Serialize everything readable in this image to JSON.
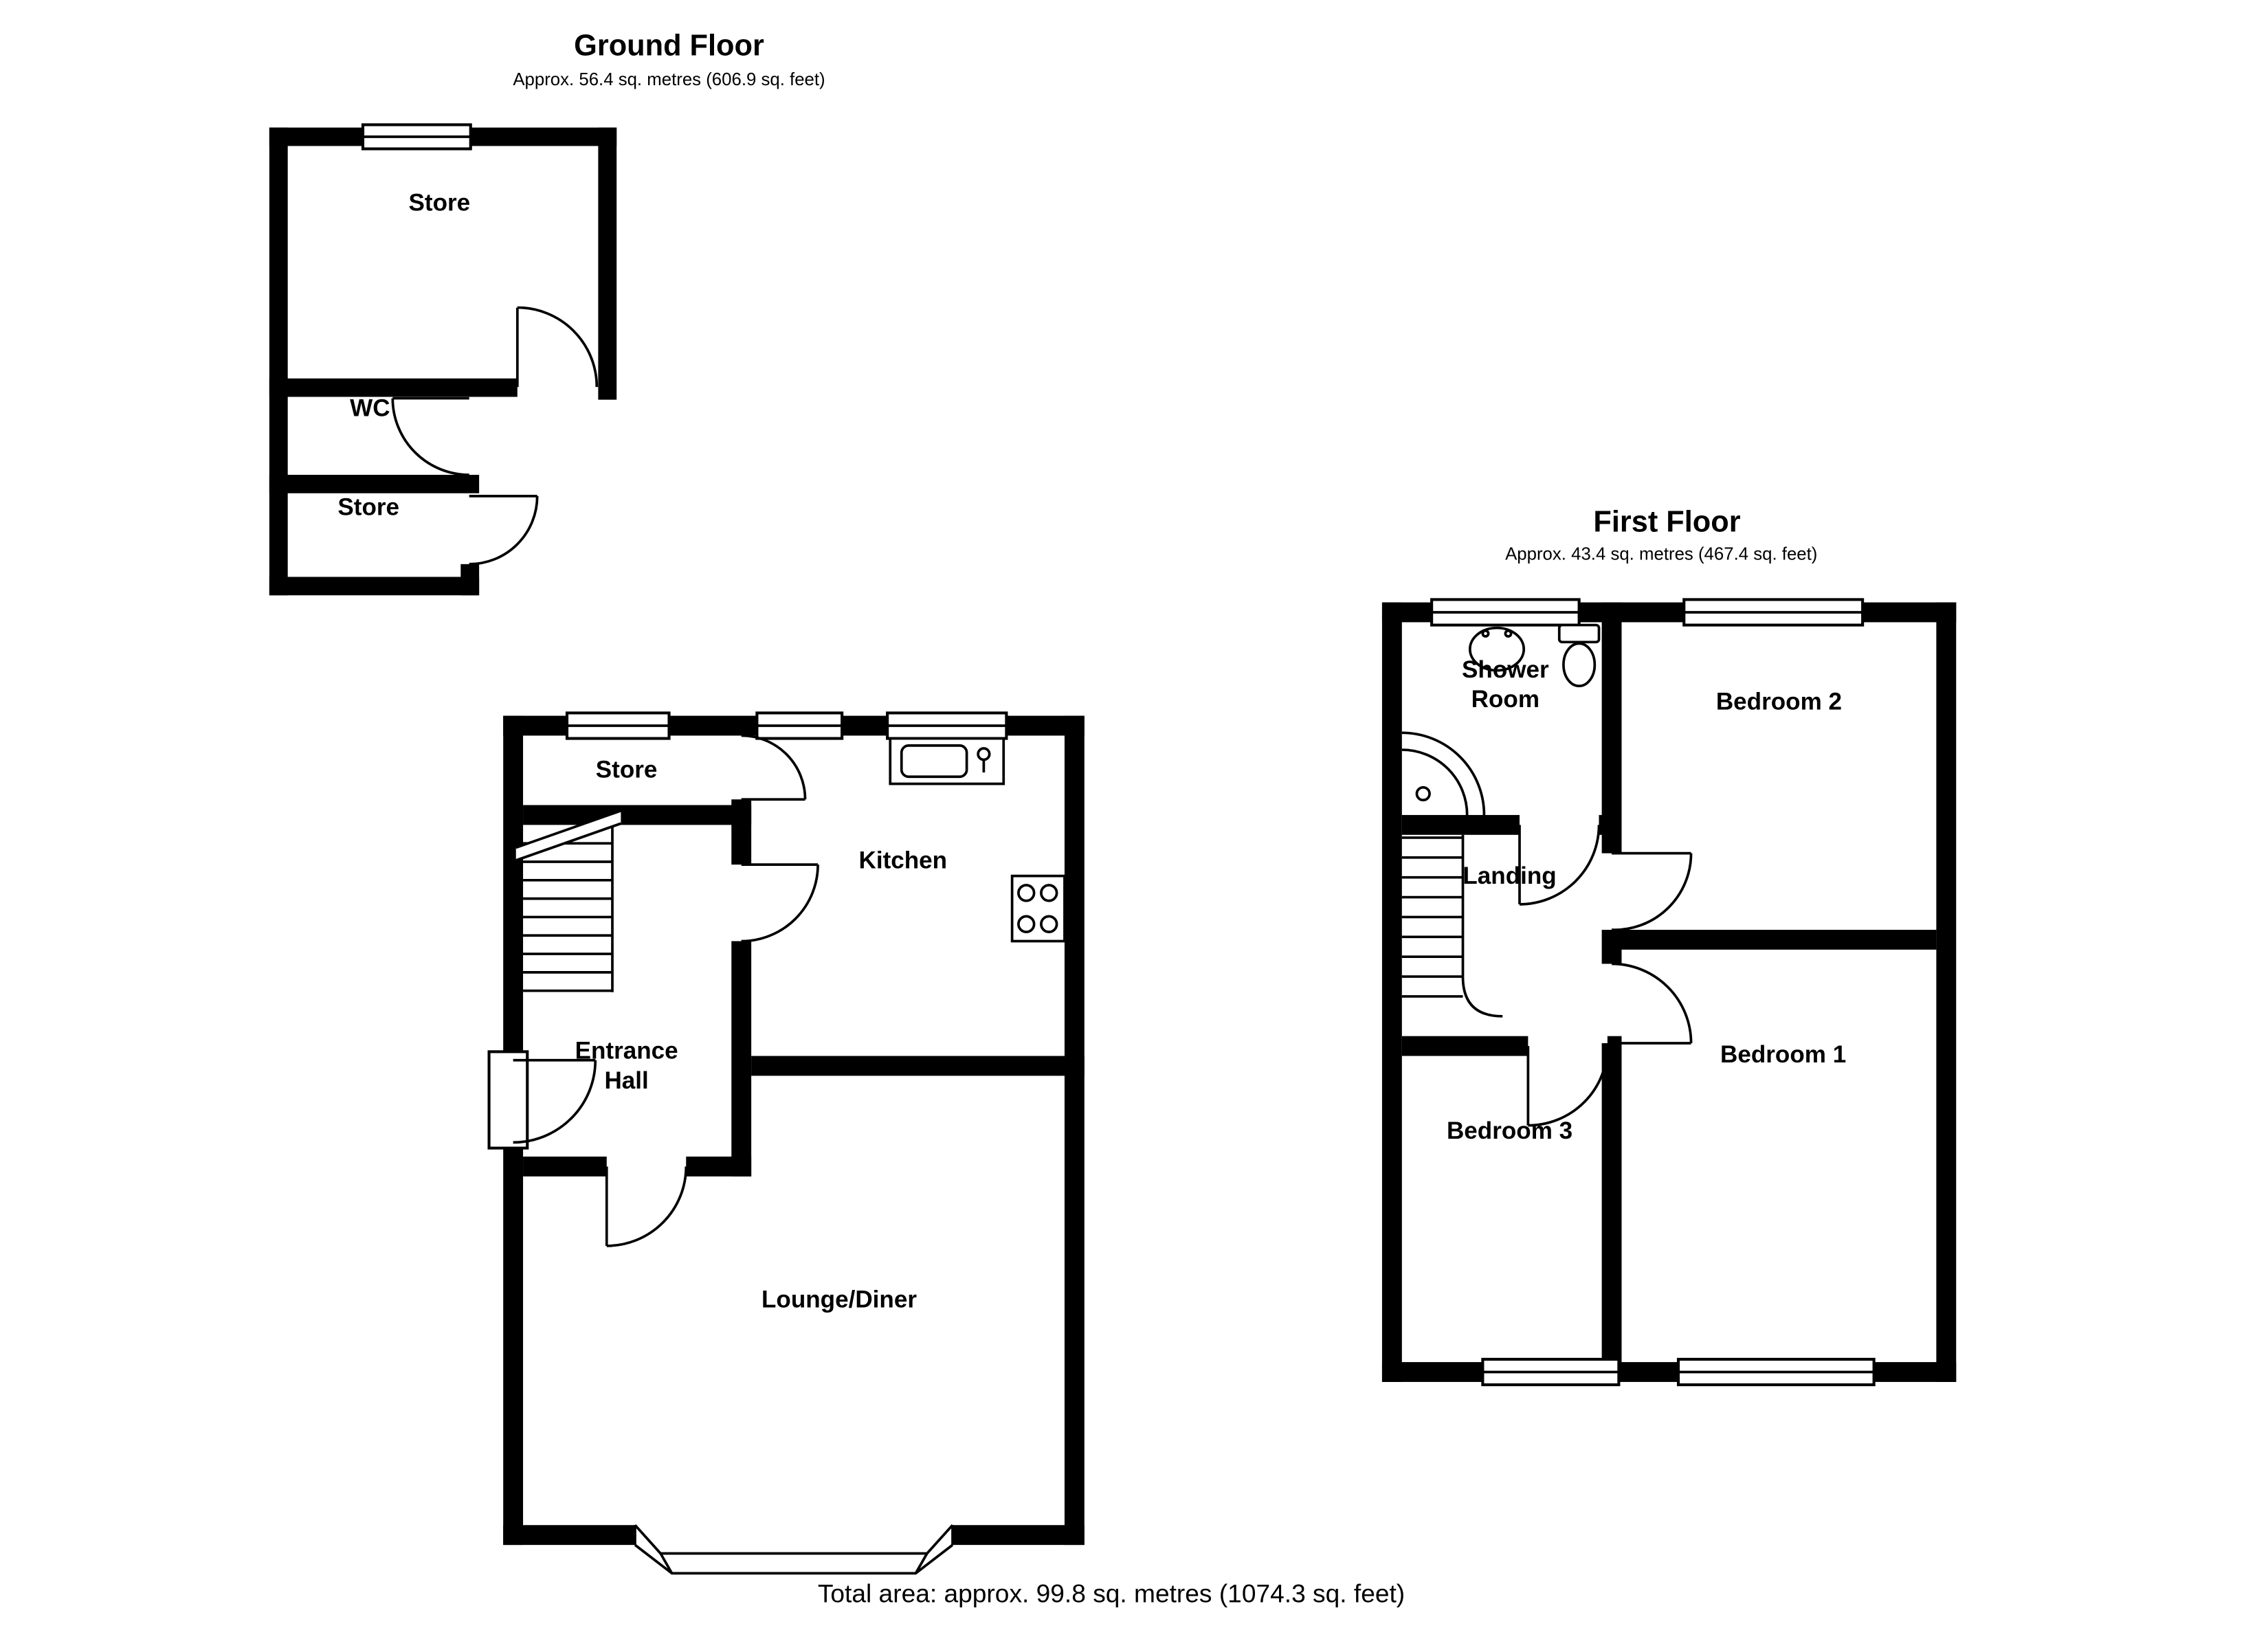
{
  "ground_floor": {
    "title": "Ground Floor",
    "subtitle": "Approx. 56.4 sq. metres (606.9 sq. feet)",
    "outbuilding": {
      "store_top": "Store",
      "wc": "WC",
      "store_bottom": "Store"
    },
    "main": {
      "store": "Store",
      "kitchen": "Kitchen",
      "entrance_hall": "Entrance\nHall",
      "lounge_diner": "Lounge/Diner"
    }
  },
  "first_floor": {
    "title": "First Floor",
    "subtitle": "Approx. 43.4 sq. metres (467.4 sq. feet)",
    "rooms": {
      "shower_room": "Shower\nRoom",
      "bedroom2": "Bedroom 2",
      "landing": "Landing",
      "bedroom1": "Bedroom 1",
      "bedroom3": "Bedroom 3"
    }
  },
  "footer": {
    "total_area": "Total area: approx. 99.8 sq. metres (1074.3 sq. feet)"
  },
  "colors": {
    "wall": "#000000",
    "background": "#ffffff"
  }
}
